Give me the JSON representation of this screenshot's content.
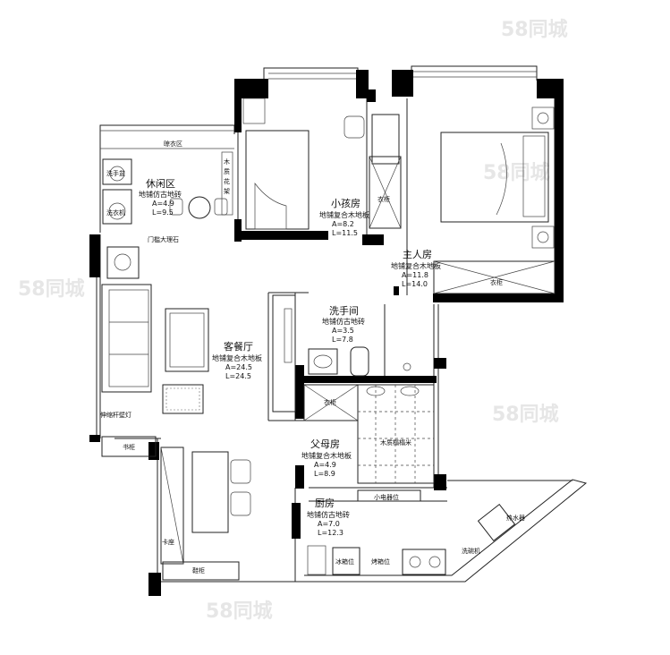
{
  "rooms": {
    "leisure": {
      "name": "休闲区",
      "floor": "地铺仿古地砖",
      "a": "A=4.9",
      "l": "L=9.5"
    },
    "child": {
      "name": "小孩房",
      "floor": "地铺复合木地板",
      "a": "A=8.2",
      "l": "L=11.5"
    },
    "master": {
      "name": "主人房",
      "floor": "地铺复合木地板",
      "a": "A=11.8",
      "l": "L=14.0"
    },
    "living": {
      "name": "客餐厅",
      "floor": "地铺复合木地板",
      "a": "A=24.5",
      "l": "L=24.5"
    },
    "bath": {
      "name": "洗手间",
      "floor": "地铺仿古地砖",
      "a": "A=3.5",
      "l": "L=7.8"
    },
    "parents": {
      "name": "父母房",
      "floor": "地铺复合木地板",
      "a": "A=4.9",
      "l": "L=8.9"
    },
    "kitchen": {
      "name": "厨房",
      "floor": "地铺仿古地砖",
      "a": "A=7.0",
      "l": "L=12.3"
    }
  },
  "fixtures": {
    "drying_area": "晾衣区",
    "wash_basin": "洗手盆",
    "washer": "洗衣机",
    "wood_shelf": "木质花架",
    "door_marble": "门槛大理石",
    "closet_child": "衣柜",
    "closet_master": "衣柜",
    "wall_lamp": "伸缩杆壁灯",
    "bookcase": "书柜",
    "booth_seat": "卡座",
    "shoe_cabinet": "鞋柜",
    "closet_parents": "衣柜",
    "tatami": "木质榻榻米",
    "small_appliance": "小电器位",
    "fridge": "冰箱位",
    "oven": "烤箱位",
    "dishwasher": "洗碗机",
    "water_heater": "热水器"
  },
  "watermark": "58同城"
}
